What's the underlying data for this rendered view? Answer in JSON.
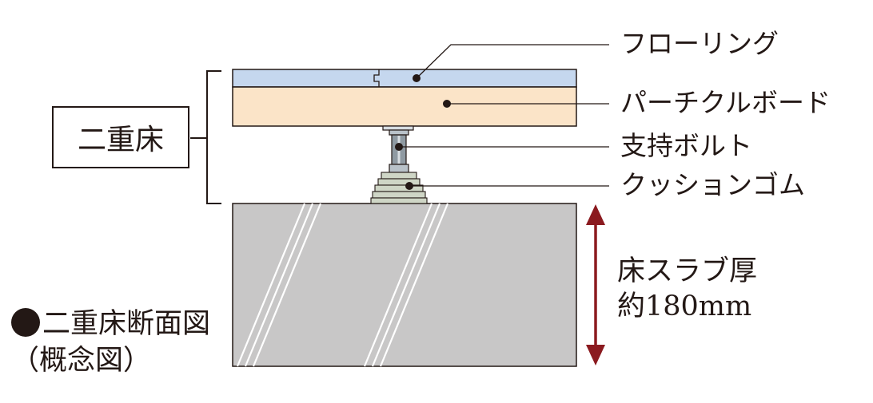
{
  "labels": {
    "flooring": "フローリング",
    "particle_board": "パーチクルボード",
    "support_bolt": "支持ボルト",
    "cushion_rubber": "クッションゴム"
  },
  "bracket_label": "二重床",
  "slab": {
    "line1": "床スラブ厚",
    "line2": "約180mm"
  },
  "caption": {
    "line1": "二重床断面図",
    "line2": "（概念図）"
  },
  "colors": {
    "flooring": "#c5d7ee",
    "particle_board": "#fbe4c8",
    "slab": "#c8c7c7",
    "outline": "#231815",
    "arrow": "#8b1a1f",
    "cushion": "#cfd6c6",
    "bolt": "#8f9aa2"
  }
}
